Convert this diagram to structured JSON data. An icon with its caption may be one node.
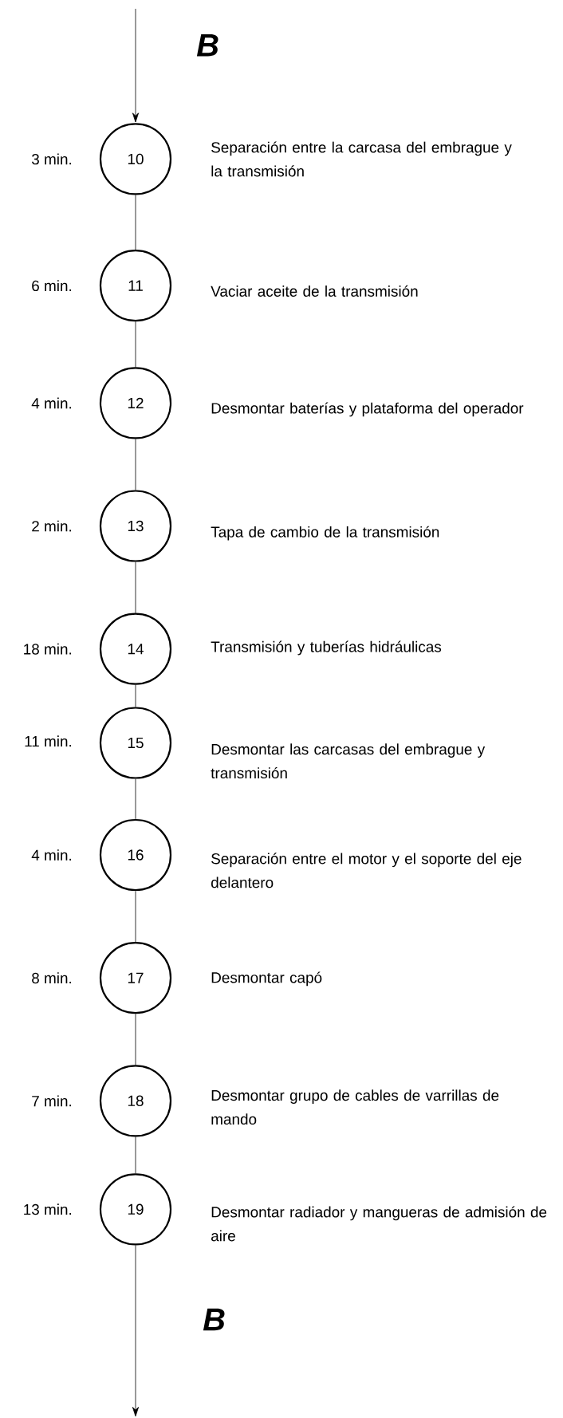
{
  "diagram": {
    "nodes": [
      {
        "text": [
          "10"
        ],
        "beside": [
          "3 min.",
          "Separación entre la carcasa del embrague y la transmisión"
        ]
      },
      {
        "text": [
          "11"
        ],
        "beside": [
          "6 min.",
          "Vaciar aceite de la transmisión"
        ]
      },
      {
        "text": [
          "12"
        ],
        "beside": [
          "4 min.",
          "Desmontar baterías y plataforma del operador"
        ]
      },
      {
        "text": [
          "13"
        ],
        "beside": [
          "2 min.",
          "Tapa de cambio de la transmisión"
        ]
      },
      {
        "text": [
          "14"
        ],
        "beside": [
          "18 min.",
          "Transmisión y tuberías hidráulicas"
        ]
      },
      {
        "text": [
          "15"
        ],
        "beside": [
          "11 min.",
          "Desmontar las carcasas del embrague y transmisión"
        ]
      },
      {
        "text": [
          "16"
        ],
        "beside": [
          "4 min.",
          "Separación entre el motor y el soporte del eje delantero"
        ]
      },
      {
        "text": [
          "17"
        ],
        "beside": [
          "8 min.",
          "Desmontar capó"
        ]
      },
      {
        "text": [
          "18"
        ],
        "beside": [
          "7 min.",
          "Desmontar grupo de cables de varrillas de mando"
        ]
      },
      {
        "text": [
          "19"
        ],
        "beside": [
          "13 min.",
          "Desmontar radiador y mangueras de admisión de aire"
        ]
      }
    ],
    "edges": [
      {
        "from": null,
        "to": 0,
        "arrow": "to"
      },
      {
        "from": 0,
        "to": 1,
        "arrow": "none"
      },
      {
        "from": 1,
        "to": 2,
        "arrow": "none"
      },
      {
        "from": 2,
        "to": 3,
        "arrow": "none"
      },
      {
        "from": 3,
        "to": 4,
        "arrow": "none"
      },
      {
        "from": 4,
        "to": 5,
        "arrow": "none"
      },
      {
        "from": 5,
        "to": 6,
        "arrow": "none"
      },
      {
        "from": 6,
        "to": 7,
        "arrow": "none"
      },
      {
        "from": 7,
        "to": 8,
        "arrow": "none"
      },
      {
        "from": 8,
        "to": 9,
        "arrow": "none"
      },
      {
        "from": 9,
        "to": null,
        "arrow": "to"
      }
    ],
    "labels": [
      "B",
      "B"
    ]
  }
}
